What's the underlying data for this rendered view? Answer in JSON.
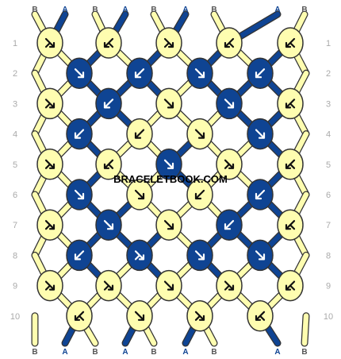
{
  "colors": {
    "A": "#0f4493",
    "B": "#fefdb0",
    "stroke": "#333333",
    "background": "#ffffff",
    "rowlabel": "#aaaaaa"
  },
  "strands_top": [
    "B",
    "A",
    "B",
    "A",
    "B",
    "A",
    "B",
    "A",
    "B"
  ],
  "strands_bottom": [
    "B",
    "A",
    "B",
    "A",
    "B",
    "A",
    "B",
    "A",
    "B"
  ],
  "watermark": "BRACELETBOOK.COM",
  "rows": [
    {
      "number": "1",
      "knots": [
        {
          "c": "B",
          "d": "cd-right"
        },
        {
          "c": "B",
          "d": "cd-left"
        },
        {
          "c": "B",
          "d": "cd-right"
        },
        {
          "c": "B",
          "d": "cd-left"
        },
        {
          "c": "B",
          "d": "cd-left"
        }
      ]
    },
    {
      "number": "2",
      "knots": [
        {
          "c": "A",
          "d": "right"
        },
        {
          "c": "A",
          "d": "left"
        },
        {
          "c": "A",
          "d": "right"
        },
        {
          "c": "A",
          "d": "left"
        }
      ]
    },
    {
      "number": "3",
      "knots": [
        {
          "c": "B",
          "d": "cd-right"
        },
        {
          "c": "A",
          "d": "left"
        },
        {
          "c": "B",
          "d": "right"
        },
        {
          "c": "A",
          "d": "right"
        },
        {
          "c": "B",
          "d": "cd-left"
        }
      ]
    },
    {
      "number": "4",
      "knots": [
        {
          "c": "A",
          "d": "left"
        },
        {
          "c": "B",
          "d": "left"
        },
        {
          "c": "B",
          "d": "right"
        },
        {
          "c": "A",
          "d": "right"
        }
      ]
    },
    {
      "number": "5",
      "knots": [
        {
          "c": "B",
          "d": "cd-right"
        },
        {
          "c": "B",
          "d": "cd-left"
        },
        {
          "c": "A",
          "d": "right"
        },
        {
          "c": "B",
          "d": "cd-right"
        },
        {
          "c": "B",
          "d": "cd-left"
        }
      ]
    },
    {
      "number": "6",
      "knots": [
        {
          "c": "A",
          "d": "right"
        },
        {
          "c": "B",
          "d": "right"
        },
        {
          "c": "B",
          "d": "left"
        },
        {
          "c": "A",
          "d": "left"
        }
      ]
    },
    {
      "number": "7",
      "knots": [
        {
          "c": "B",
          "d": "cd-right"
        },
        {
          "c": "A",
          "d": "right"
        },
        {
          "c": "B",
          "d": "right"
        },
        {
          "c": "A",
          "d": "left"
        },
        {
          "c": "B",
          "d": "cd-left"
        }
      ]
    },
    {
      "number": "8",
      "knots": [
        {
          "c": "A",
          "d": "left"
        },
        {
          "c": "A",
          "d": "cd-right"
        },
        {
          "c": "A",
          "d": "right"
        },
        {
          "c": "A",
          "d": "right"
        }
      ]
    },
    {
      "number": "9",
      "knots": [
        {
          "c": "B",
          "d": "cd-right"
        },
        {
          "c": "B",
          "d": "cd-right"
        },
        {
          "c": "B",
          "d": "right"
        },
        {
          "c": "B",
          "d": "cd-right"
        },
        {
          "c": "B",
          "d": "cd-left"
        }
      ]
    },
    {
      "number": "10",
      "knots": [
        {
          "c": "B",
          "d": "cd-left"
        },
        {
          "c": "B",
          "d": "right"
        },
        {
          "c": "B",
          "d": "cd-right"
        },
        {
          "c": "B",
          "d": "cd-left"
        }
      ]
    }
  ]
}
